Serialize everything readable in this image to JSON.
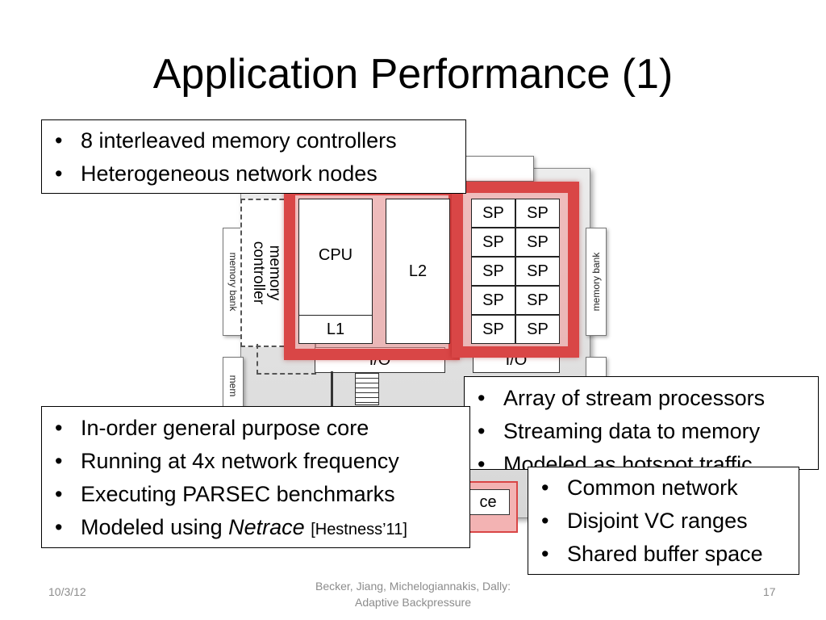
{
  "slide": {
    "title": "Application Performance (1)"
  },
  "diagram": {
    "memory_controller_line1": "memory",
    "memory_controller_line2": "controller",
    "memory_bank_label": "memory bank",
    "partial_bank_label": "mem",
    "cpu": "CPU",
    "l1": "L1",
    "l2": "L2",
    "sp_label": "SP",
    "io": "I/O",
    "ce_fragment": "ce",
    "accent_color": "#d94646"
  },
  "callouts": {
    "memory": {
      "items": [
        "8 interleaved memory controllers",
        "Heterogeneous network nodes"
      ]
    },
    "cpu": {
      "item1": "In-order general purpose core",
      "item2": "Running at 4x network frequency",
      "item3": "Executing PARSEC benchmarks",
      "item4_prefix": "Modeled using ",
      "item4_emph": "Netrace",
      "item4_cite": "[Hestness’11]"
    },
    "stream": {
      "items": [
        "Array of stream processors",
        "Streaming data to memory",
        "Modeled as hotspot traffic"
      ]
    },
    "network": {
      "items": [
        "Common network",
        "Disjoint VC ranges",
        "Shared buffer space"
      ]
    }
  },
  "footer": {
    "date": "10/3/12",
    "authors": "Becker, Jiang, Michelogiannakis, Dally:",
    "talk": "Adaptive Backpressure",
    "page": "17"
  }
}
